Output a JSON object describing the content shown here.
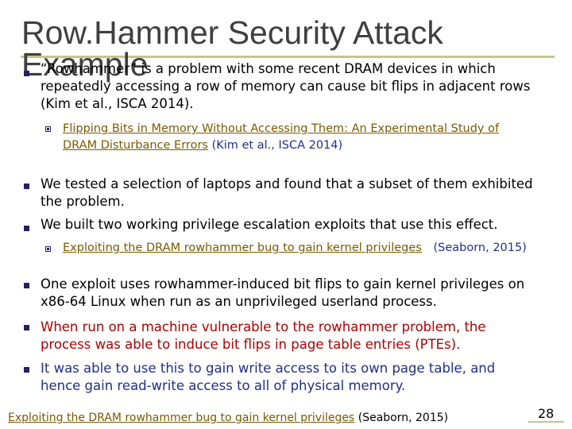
{
  "slide": {
    "title_line1": "Row.Hammer Security Attack",
    "title_line2": "Example",
    "bullets": [
      {
        "text_intro_quote": "“Rowhammer”",
        "text_intro_rest": " is a problem with some recent DRAM devices in which",
        "text_line2": "repeatedly accessing a row of memory can cause bit flips in adjacent rows",
        "text_line3": "(Kim et al., ISCA 2014).",
        "sub": {
          "link_line1": "Flipping Bits in Memory Without Accessing Them: An Experimental Study of",
          "link_line2": "DRAM Disturbance Errors",
          "cite": " (Kim et al., ISCA 2014)"
        }
      },
      {
        "line1": "We tested a selection of laptops and found that a subset of them exhibited",
        "line2": "the problem."
      },
      {
        "line1": "We built two working privilege escalation exploits that use this effect.",
        "sub": {
          "link": "Exploiting the DRAM rowhammer bug to gain kernel privileges",
          "cite": "(Seaborn, 2015)"
        }
      },
      {
        "line1": "One exploit uses rowhammer-induced bit flips to gain kernel privileges on",
        "line2": "x86-64 Linux when run as an unprivileged userland process."
      },
      {
        "line1": "When run on a machine vulnerable to the rowhammer problem, the",
        "line2": "process was able to induce bit flips in page table entries (PTEs)."
      },
      {
        "line1": "It was able to use this to gain write access to its own page table, and",
        "line2": "hence gain read-write access to all of physical memory."
      }
    ],
    "footer_link": "Exploiting the DRAM rowhammer bug to gain kernel privileges",
    "footer_cite": " (Seaborn, 2015)",
    "page_number": "28"
  },
  "colors": {
    "title": "#3f3f3f",
    "rule": "#c8c48a",
    "bullet": "#2a1f5e",
    "red": "#b00000",
    "blue": "#1f2f8a",
    "link_olive": "#7a5a00"
  }
}
